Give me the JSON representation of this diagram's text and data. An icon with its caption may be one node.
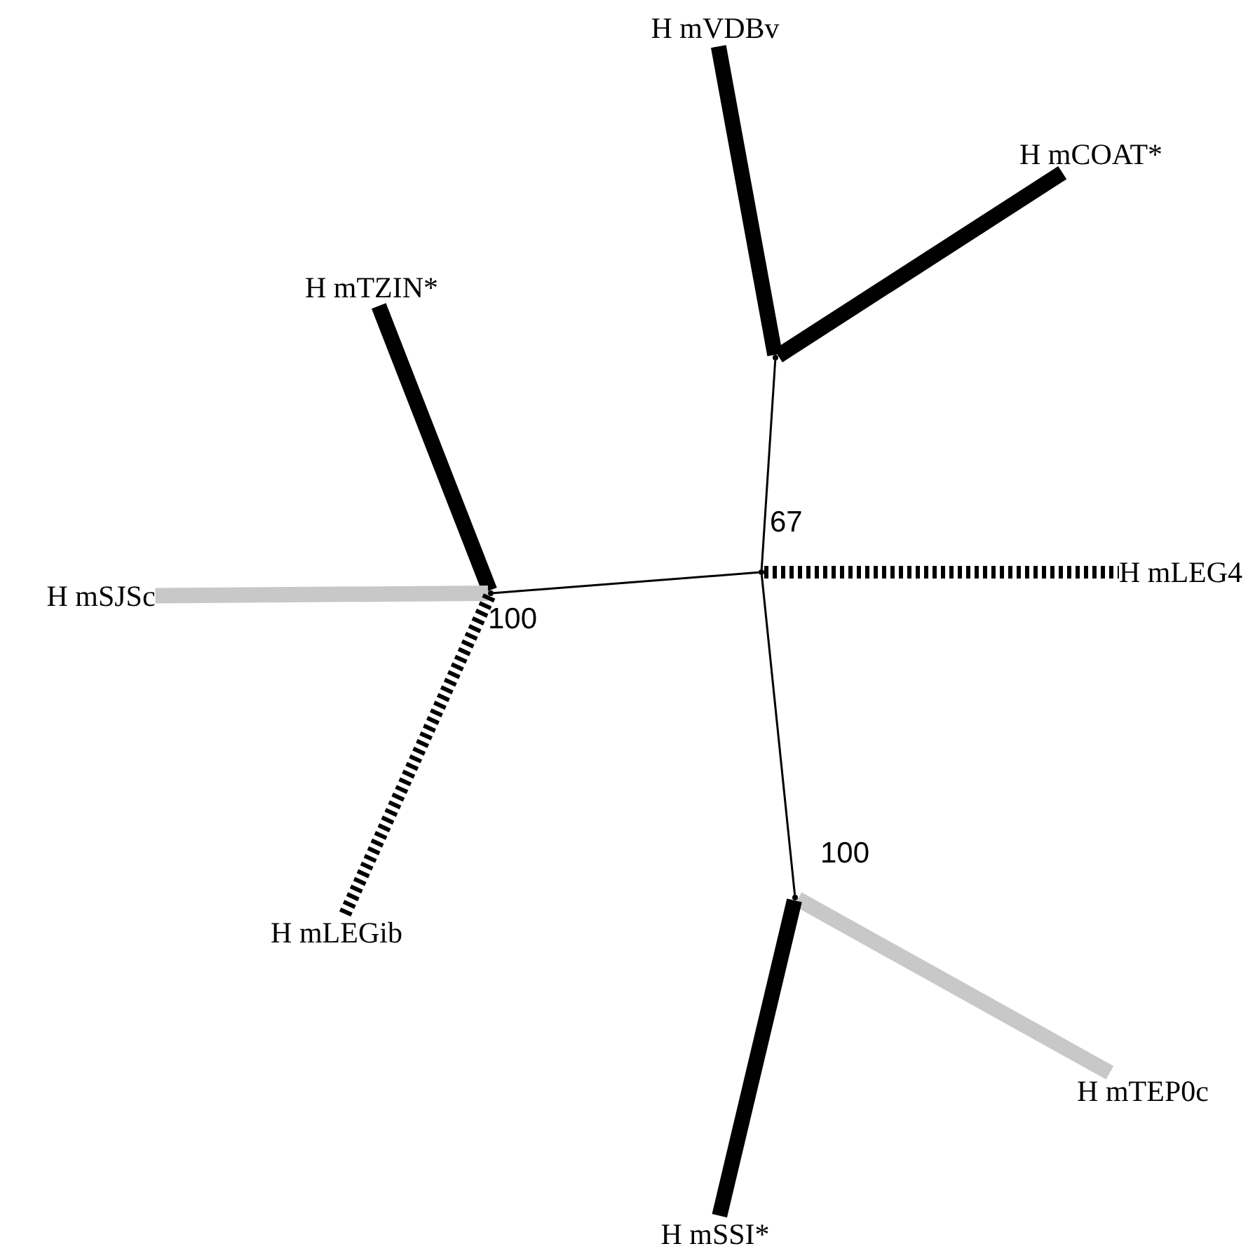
{
  "diagram": {
    "nodes": [
      {
        "text": [
          "H mVDBv"
        ]
      },
      {
        "text": [
          "H mCOAT*"
        ]
      },
      {
        "text": [
          "H mTZIN*"
        ]
      },
      {
        "text": [
          "H mSJSc"
        ]
      },
      {
        "text": [
          "H mLEG4"
        ]
      },
      {
        "text": [
          "H mLEGib"
        ]
      },
      {
        "text": [
          "H mTEP0c"
        ]
      },
      {
        "text": [
          "H mSSI*"
        ]
      },
      {
        "text": [],
        "shape": "point"
      },
      {
        "text": [],
        "shape": "point",
        "beside": [
          "67"
        ]
      },
      {
        "text": [],
        "shape": "point",
        "beside": [
          "100"
        ]
      },
      {
        "text": [],
        "shape": "point",
        "beside": [
          "100"
        ]
      }
    ],
    "edges": [
      {
        "from": 8,
        "to": 0,
        "arrow": "none"
      },
      {
        "from": 8,
        "to": 1,
        "arrow": "none"
      },
      {
        "from": 8,
        "to": 9,
        "arrow": "none"
      },
      {
        "from": 10,
        "to": 2,
        "arrow": "none"
      },
      {
        "from": 10,
        "to": 3,
        "arrow": "none",
        "color": "#c8c8c8"
      },
      {
        "from": 10,
        "to": 5,
        "arrow": "none",
        "style": "dashed"
      },
      {
        "from": 10,
        "to": 9,
        "arrow": "none"
      },
      {
        "from": 9,
        "to": 4,
        "arrow": "none",
        "style": "dashed"
      },
      {
        "from": 9,
        "to": 11,
        "arrow": "none"
      },
      {
        "from": 11,
        "to": 6,
        "arrow": "none",
        "color": "#c8c8c8"
      },
      {
        "from": 11,
        "to": 7,
        "arrow": "none"
      }
    ]
  }
}
